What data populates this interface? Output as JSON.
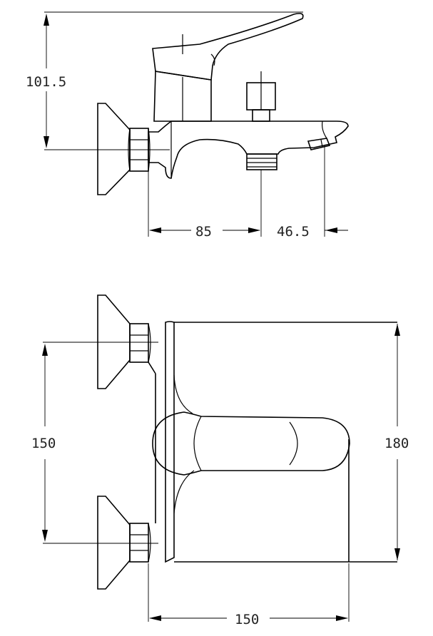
{
  "dimensions": {
    "height_top": "101.5",
    "dist_85": "85",
    "dist_46_5": "46.5",
    "center_150_v": "150",
    "depth_180": "180",
    "width_150_h": "150"
  },
  "colors": {
    "line": "#000000",
    "background": "#ffffff",
    "text": "#222222"
  }
}
